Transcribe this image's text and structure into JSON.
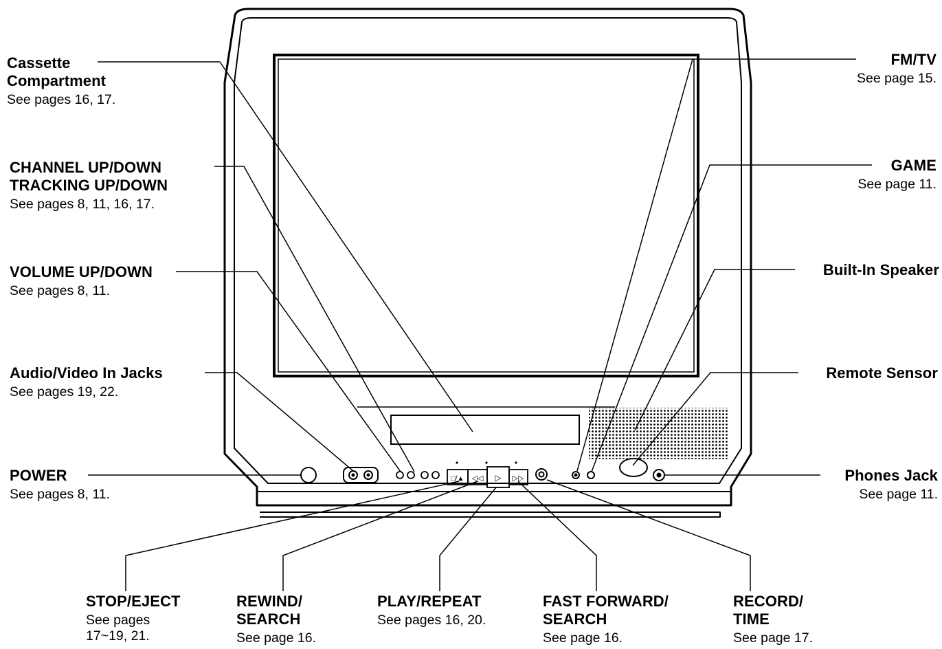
{
  "callouts": {
    "cassette": {
      "title": [
        "Cassette",
        "Compartment"
      ],
      "ref": "See pages 16, 17."
    },
    "channel": {
      "title": [
        "CHANNEL UP/DOWN",
        "TRACKING UP/DOWN"
      ],
      "ref": "See pages 8, 11, 16, 17."
    },
    "volume": {
      "title": [
        "VOLUME UP/DOWN"
      ],
      "ref": "See pages 8, 11."
    },
    "av_jacks": {
      "title": [
        "Audio/Video In Jacks"
      ],
      "ref": "See pages 19, 22."
    },
    "power": {
      "title": [
        "POWER"
      ],
      "ref": "See pages 8, 11."
    },
    "fmtv": {
      "title": [
        "FM/TV"
      ],
      "ref": "See page 15."
    },
    "game": {
      "title": [
        "GAME"
      ],
      "ref": "See page 11."
    },
    "speaker": {
      "title": [
        "Built-In Speaker"
      ]
    },
    "sensor": {
      "title": [
        "Remote Sensor"
      ]
    },
    "phones": {
      "title": [
        "Phones Jack"
      ],
      "ref": "See page 11."
    },
    "stop_eject": {
      "title": [
        "STOP/EJECT"
      ],
      "ref": [
        "See pages",
        "17~19, 21."
      ]
    },
    "rewind": {
      "title": [
        "REWIND/",
        "SEARCH"
      ],
      "ref": "See page 16."
    },
    "play": {
      "title": [
        "PLAY/REPEAT"
      ],
      "ref": "See pages 16, 20."
    },
    "fast_forward": {
      "title": [
        "FAST FORWARD/",
        "SEARCH"
      ],
      "ref": "See page 16."
    },
    "record": {
      "title": [
        "RECORD/",
        "TIME"
      ],
      "ref": "See page 17."
    }
  }
}
